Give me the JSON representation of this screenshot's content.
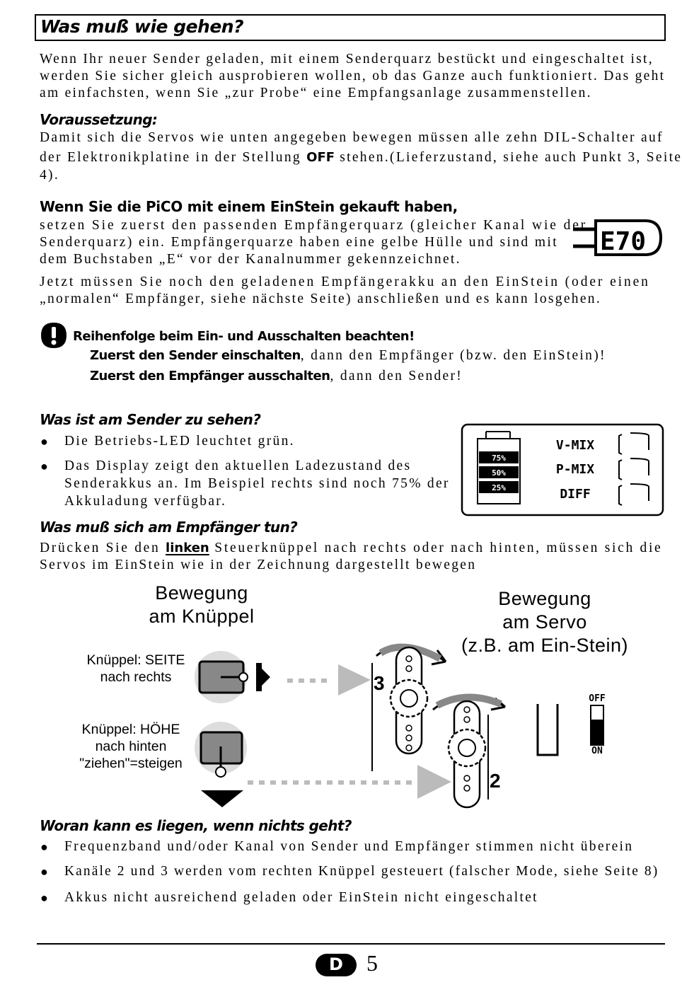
{
  "title": "Was muß wie gehen?",
  "intro": [
    "Wenn Ihr neuer Sender geladen, mit einem Senderquarz bestückt und eingeschaltet ist,",
    "werden Sie sicher gleich ausprobieren wollen, ob das Ganze auch funktioniert. Das geht",
    "am einfachsten, wenn Sie „zur Probe“ eine Empfangsanlage zusammenstellen."
  ],
  "voraussetzung": {
    "heading": "Voraussetzung:",
    "line1": "Damit sich die Servos wie unten angegeben bewegen müssen alle zehn DIL-Schalter auf",
    "line2_pre": "der Elektronikplatine in der Stellung",
    "line2_bold": "OFF",
    "line2_post": "stehen.(Lieferzustand, siehe auch Punkt 3, Seite",
    "line3": "4)."
  },
  "einstein": {
    "heading": "Wenn Sie die PiCO mit einem EinStein gekauft haben,",
    "lines": [
      "setzen Sie zuerst den passenden Empfängerquarz (gleicher Kanal wie der",
      "Senderquarz) ein. Empfängerquarze haben eine gelbe Hülle und sind mit",
      "dem Buchstaben „E“ vor der Kanalnummer gekennzeichnet."
    ],
    "after": [
      "Jetzt müssen Sie noch den geladenen Empfängerakku an den EinStein (oder einen",
      "„normalen“ Empfänger, siehe nächste Seite) anschließen und es kann losgehen."
    ],
    "crystal_label": "E70"
  },
  "warning": {
    "heading": "Reihenfolge beim Ein- und Ausschalten beachten!",
    "l1_bold": "Zuerst den Sender einschalten",
    "l1_rest": ", dann den Empfänger (bzw. den EinStein)!",
    "l2_bold": "Zuerst den Empfänger ausschalten",
    "l2_rest": ", dann den Sender!"
  },
  "sender": {
    "heading": "Was ist am Sender zu sehen?",
    "bullet1": "Die Betriebs-LED leuchtet grün.",
    "bullet2": [
      "Das Display zeigt den aktuellen Ladezustand des",
      "Senderakkus an. Im Beispiel rechts sind noch 75% der",
      "Akkuladung verfügbar."
    ],
    "display": {
      "levels": [
        "75%",
        "50%",
        "25%"
      ],
      "modes": [
        "V-MIX",
        "P-MIX",
        "DIFF"
      ]
    }
  },
  "empfaenger": {
    "heading": "Was muß sich am Empfänger tun?",
    "line1_pre": "Drücken Sie den",
    "line1_u": "linken",
    "line1_post": "Steuerknüppel nach rechts oder nach hinten, müssen sich die",
    "line2": "Servos im EinStein wie in der Zeichnung dargestellt bewegen"
  },
  "figure": {
    "left_title": [
      "Bewegung",
      "am Knüppel"
    ],
    "right_title": [
      "Bewegung",
      "am Servo",
      "(z.B. am Ein-Stein)"
    ],
    "stick1": [
      "Knüppel: SEITE",
      "nach rechts"
    ],
    "stick2": [
      "Knüppel: HÖHE",
      "nach hinten",
      "\"ziehen\"=steigen"
    ],
    "servo_top": "3",
    "servo_bottom": "2",
    "switch_off": "OFF",
    "switch_on": "ON"
  },
  "trouble": {
    "heading": "Woran kann es liegen, wenn nichts geht?",
    "bullets": [
      "Frequenzband und/oder Kanal von Sender und Empfänger stimmen nicht überein",
      "Kanäle 2 und 3 werden vom rechten Knüppel gesteuert (falscher Mode, siehe Seite 8)",
      "Akkus nicht ausreichend geladen oder EinStein nicht eingeschaltet"
    ]
  },
  "footer": {
    "lang": "D",
    "page": "5"
  }
}
